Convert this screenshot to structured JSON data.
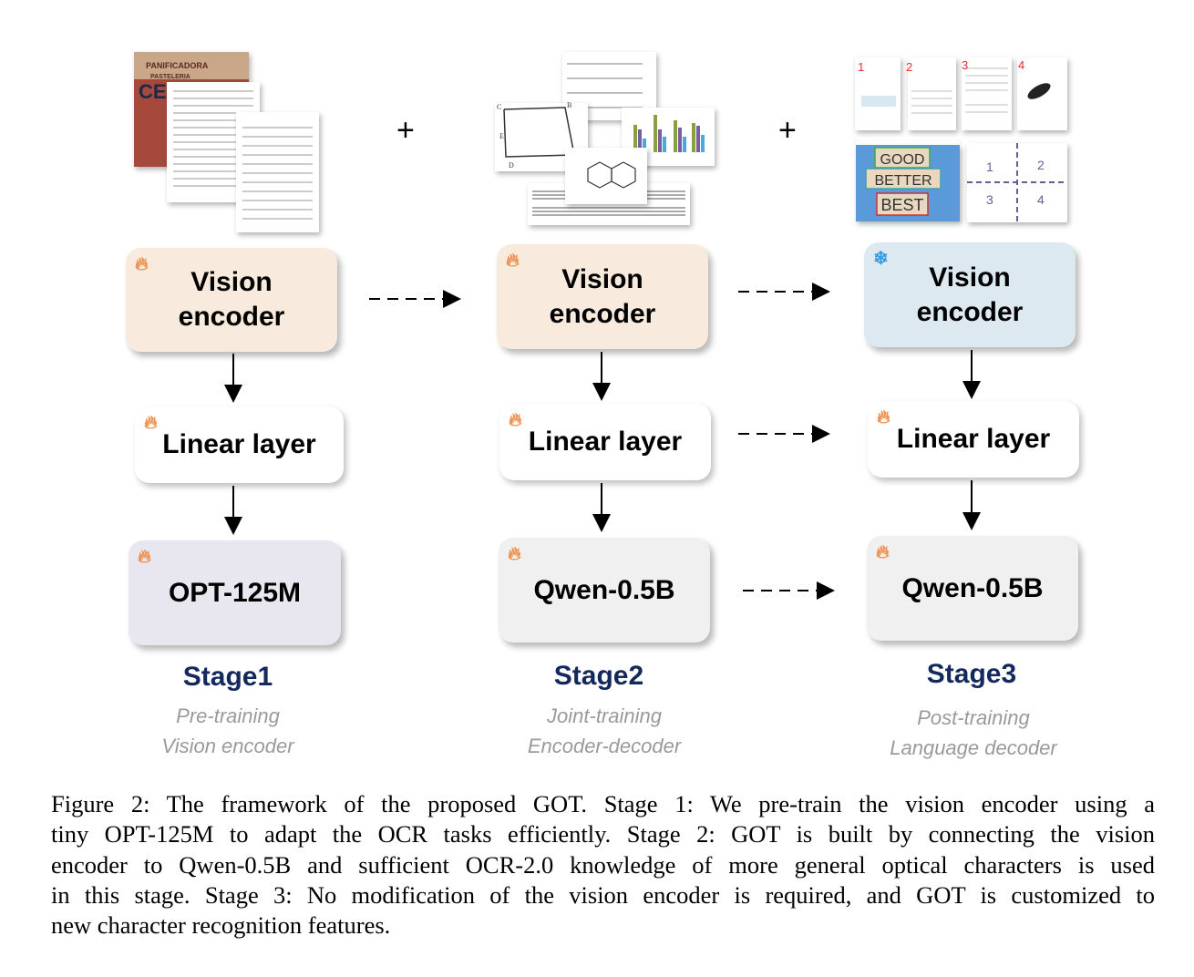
{
  "stages": [
    {
      "title": "Stage1",
      "subtitle_lines": [
        "Pre-training",
        "Vision encoder"
      ],
      "vision_encoder": {
        "label_lines": [
          "Vision",
          "encoder"
        ],
        "icon": "flame-icon",
        "state": "trainable"
      },
      "linear_layer": {
        "label": "Linear layer",
        "icon": "flame-icon"
      },
      "decoder": {
        "label": "OPT-125M",
        "icon": "flame-icon"
      }
    },
    {
      "title": "Stage2",
      "subtitle_lines": [
        "Joint-training",
        "Encoder-decoder"
      ],
      "vision_encoder": {
        "label_lines": [
          "Vision",
          "encoder"
        ],
        "icon": "flame-icon",
        "state": "trainable"
      },
      "linear_layer": {
        "label": "Linear layer",
        "icon": "flame-icon"
      },
      "decoder": {
        "label": "Qwen-0.5B",
        "icon": "flame-icon"
      }
    },
    {
      "title": "Stage3",
      "subtitle_lines": [
        "Post-training",
        "Language decoder"
      ],
      "vision_encoder": {
        "label_lines": [
          "Vision",
          "encoder"
        ],
        "icon": "snowflake-icon",
        "state": "frozen"
      },
      "linear_layer": {
        "label": "Linear layer",
        "icon": "flame-icon"
      },
      "decoder": {
        "label": "Qwen-0.5B",
        "icon": "flame-icon"
      }
    }
  ],
  "plus_sign": "+",
  "images": {
    "stage1_poster_text": [
      "PANIFICADORA",
      "PASTELERIA",
      "CE"
    ],
    "stage2_geometry_labels": [
      "C",
      "B",
      "E",
      "D"
    ],
    "stage3_page_numbers": [
      "1",
      "2",
      "3",
      "4"
    ],
    "stage3_sign_words": [
      "GOOD",
      "BETTER",
      "BEST"
    ]
  },
  "colors": {
    "trainable_encoder": "#f8eadd",
    "frozen_encoder": "#dde9f0",
    "opt_box": "#e8e6ee",
    "qwen_box": "#f0f0f0",
    "stage_title": "#13285c",
    "flame": "#ee9150",
    "snowflake": "#3a9be0"
  },
  "caption": {
    "lines": [
      "Figure 2: The framework of the proposed GOT. Stage 1: We pre-train the vision encoder using a",
      "tiny OPT-125M to adapt the OCR tasks efficiently. Stage 2: GOT is built by connecting the vision",
      "encoder to Qwen-0.5B and sufficient OCR-2.0 knowledge of more general optical characters is used",
      "in this stage. Stage 3: No modification of the vision encoder is required, and GOT is customized to",
      "new character recognition features."
    ]
  }
}
